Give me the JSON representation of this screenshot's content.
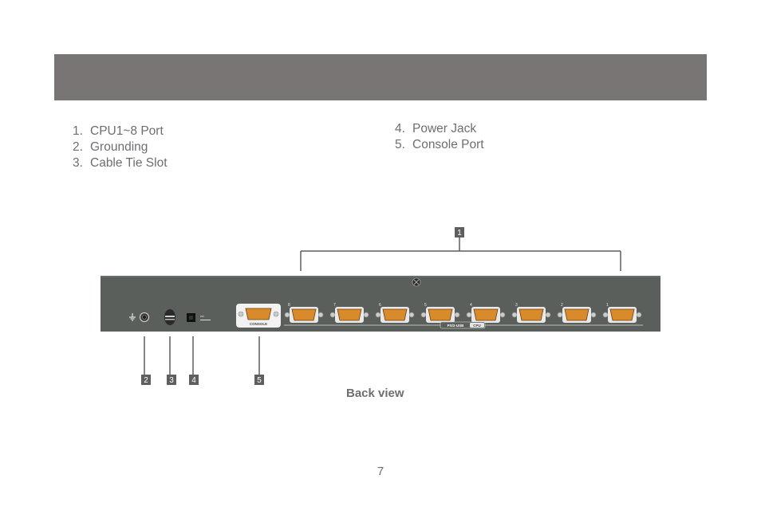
{
  "parts_list": {
    "left": [
      {
        "num": "1.",
        "label": "CPU1~8 Port"
      },
      {
        "num": "2.",
        "label": "Grounding"
      },
      {
        "num": "3.",
        "label": "Cable Tie Slot"
      }
    ],
    "right": [
      {
        "num": "4.",
        "label": "Power Jack"
      },
      {
        "num": "5.",
        "label": "Console Port"
      }
    ]
  },
  "diagram": {
    "callouts": [
      "1",
      "2",
      "3",
      "4",
      "5"
    ],
    "console_label": "CONSOLE",
    "port_numbers": [
      "8",
      "7",
      "6",
      "5",
      "4",
      "3",
      "2",
      "1"
    ],
    "bus_label_left": "PS/2-USB",
    "bus_label_right": "CPU",
    "caption": "Back view"
  },
  "page_number": "7",
  "colors": {
    "banner": "#7a7575",
    "panel": "#5b5f5c",
    "vga_port": "#d98a2b",
    "callout_box": "#5e5e5e",
    "text": "#6d6e71"
  }
}
